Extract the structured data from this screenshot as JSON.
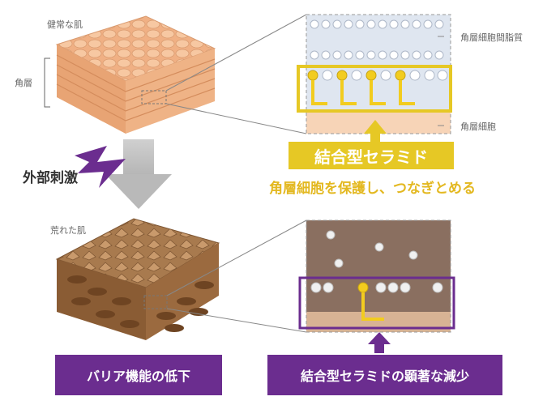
{
  "labels": {
    "healthy_skin": "健常な肌",
    "stratum_corneum": "角層",
    "external_stimulus": "外部刺激",
    "rough_skin": "荒れた肌",
    "intercellular_lipid": "角層細胞間脂質",
    "corneocyte": "角層細胞"
  },
  "callouts": {
    "bound_ceramide": "結合型セラミド",
    "protects": "角層細胞を保護し、つなぎとめる",
    "barrier_decline": "バリア機能の低下",
    "ceramide_decrease": "結合型セラミドの顕著な減少"
  },
  "colors": {
    "purple": "#6b2d8f",
    "ceramide_yellow": "#e6c825",
    "skin_healthy": "#f2b98e",
    "skin_rough": "#b5865a"
  }
}
